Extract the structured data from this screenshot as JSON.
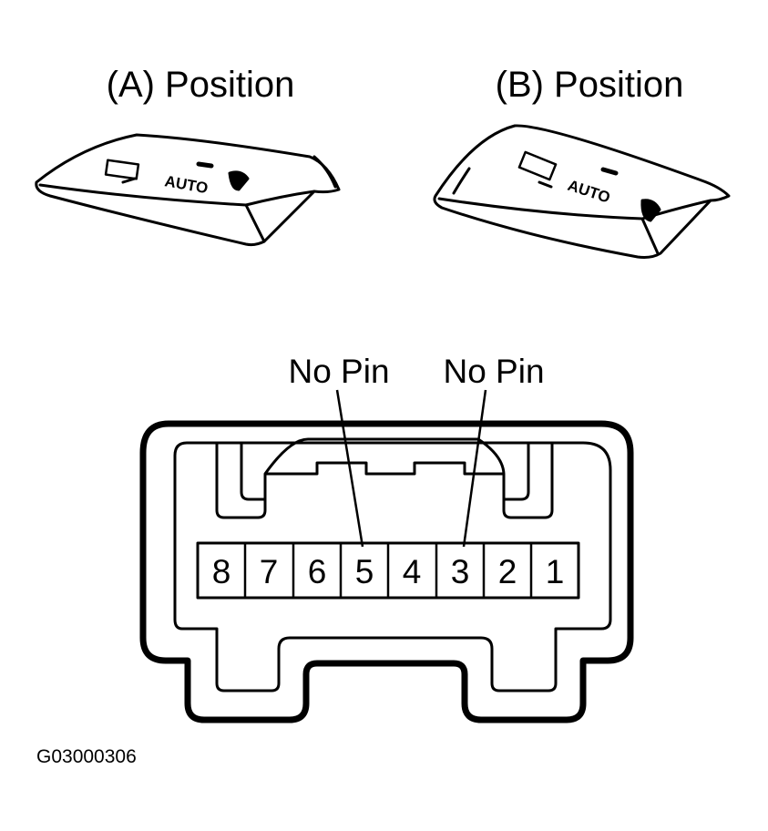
{
  "switch_a": {
    "title": "(A) Position",
    "label": "AUTO"
  },
  "switch_b": {
    "title": "(B) Position",
    "label": "AUTO"
  },
  "connector": {
    "no_pin_labels": [
      "No Pin",
      "No Pin"
    ],
    "pins": [
      "8",
      "7",
      "6",
      "5",
      "4",
      "3",
      "2",
      "1"
    ]
  },
  "figure_code": "G03000306"
}
